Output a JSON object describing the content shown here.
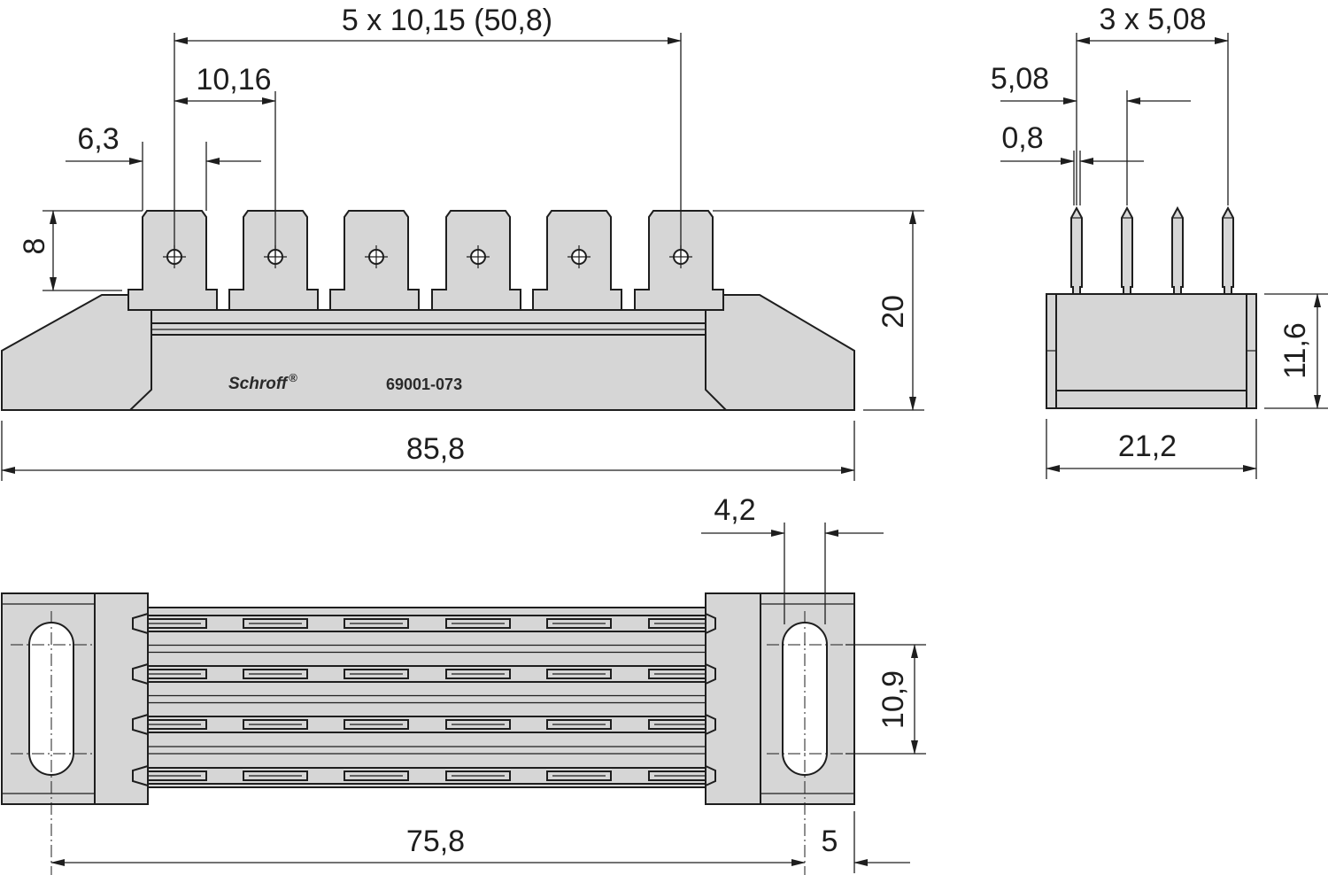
{
  "dimensions": {
    "pitch_total": "5 x 10,15 (50,8)",
    "pitch": "10,16",
    "tab_width": "6,3",
    "tab_height": "8",
    "overall_height": "20",
    "overall_length": "85,8",
    "pin_pitch_total": "3 x 5,08",
    "pin_pitch": "5,08",
    "pin_width": "0,8",
    "body_height": "11,6",
    "body_width": "21,2",
    "slot_width": "4,2",
    "slot_length": "10,9",
    "hole_spacing": "75,8",
    "hole_offset": "5"
  },
  "marking": {
    "brand": "Schroff",
    "registered": "®",
    "part_number": "69001-073"
  }
}
